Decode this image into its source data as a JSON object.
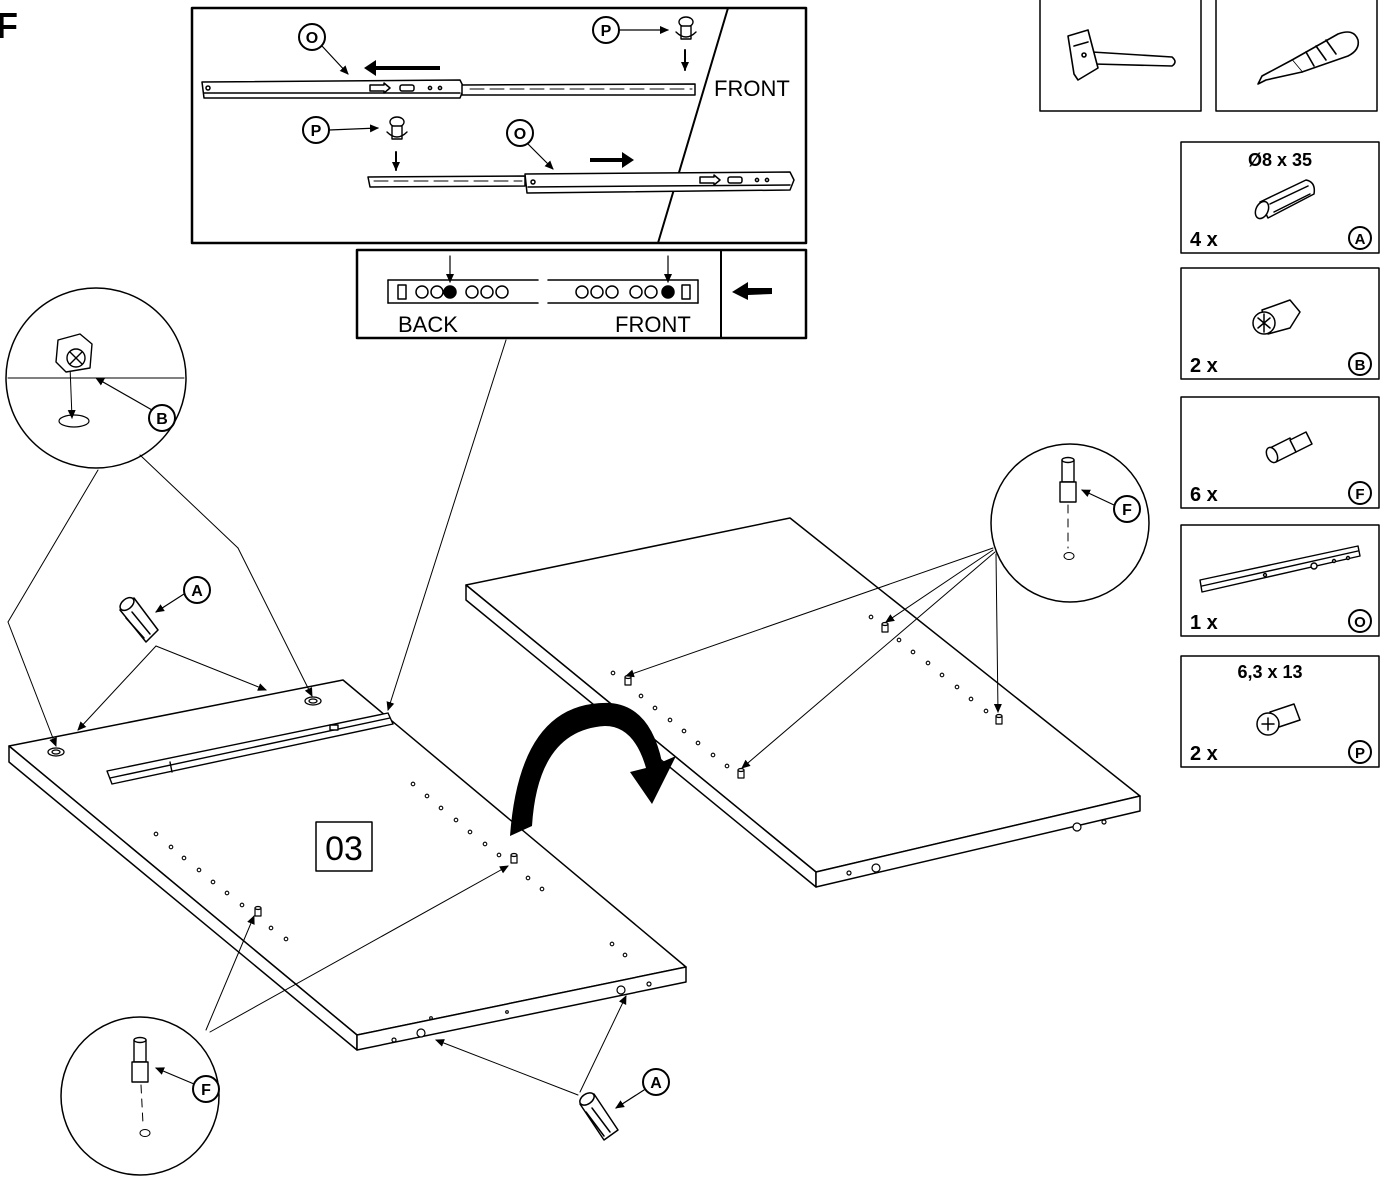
{
  "step_marker": "F",
  "tools": [
    {
      "icon": "hammer-icon"
    },
    {
      "icon": "screwdriver-icon"
    }
  ],
  "parts": [
    {
      "spec": "Ø8 x 35",
      "qty": "4 x",
      "letter": "A",
      "icon": "wooden-dowel-icon"
    },
    {
      "spec": "",
      "qty": "2 x",
      "letter": "B",
      "icon": "cam-lock-icon"
    },
    {
      "spec": "",
      "qty": "6 x",
      "letter": "F",
      "icon": "shelf-pin-icon"
    },
    {
      "spec": "",
      "qty": "1 x",
      "letter": "O",
      "icon": "drawer-rail-icon"
    },
    {
      "spec": "6,3 x 13",
      "qty": "2 x",
      "letter": "P",
      "icon": "screw-icon"
    }
  ],
  "rail_detail": {
    "front_label": "FRONT",
    "callouts": [
      "O",
      "P",
      "P",
      "O"
    ]
  },
  "hole_guide": {
    "back_label": "BACK",
    "front_label": "FRONT"
  },
  "panel": {
    "number": "03"
  },
  "callouts": {
    "cam_detail": "B",
    "dowel_top": "A",
    "pin_detail_right": "F",
    "pin_detail_left": "F",
    "dowel_bottom": "A"
  }
}
